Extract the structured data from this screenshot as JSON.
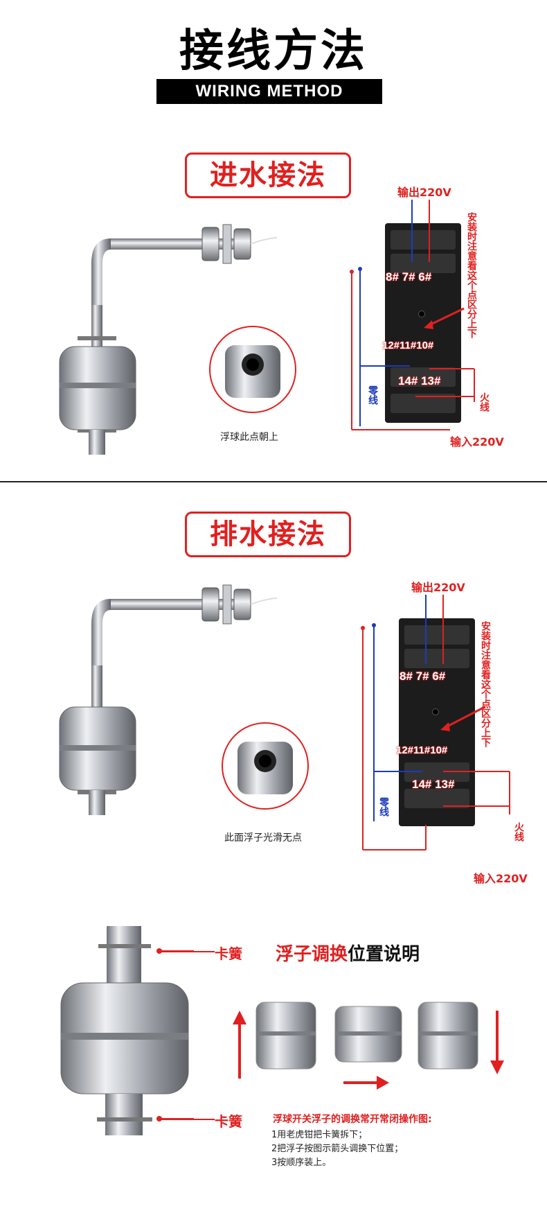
{
  "header": {
    "title": "接线方法",
    "subtitle": "WIRING METHOD"
  },
  "section_in": {
    "label": "进水接法",
    "output_label": "输出220V",
    "notice": "安装时注意看这个点区分上下",
    "pins_top": "8# 7# 6#",
    "pins_mid": "12#11#10#",
    "pins_bottom": "14# 13#",
    "neutral": "零线",
    "live": "火线",
    "input_label": "输入220V",
    "float_caption": "浮球此点朝上"
  },
  "section_out": {
    "label": "排水接法",
    "output_label": "输出220V",
    "notice": "安装时注意看这个点区分上下",
    "pins_top": "8# 7# 6#",
    "pins_mid": "12#11#10#",
    "pins_bottom": "14# 13#",
    "neutral": "零线",
    "live": "火线",
    "input_label": "输入220V",
    "float_caption": "此面浮子光滑无点"
  },
  "swap": {
    "clip_top": "卡簧",
    "clip_bottom": "卡簧",
    "title_red": "浮子调换",
    "title_black": "位置说明",
    "instructions_title": "浮球开关浮子的调换常开常闭操作图:",
    "steps": [
      "1用老虎钳把卡簧拆下；",
      "2把浮子按图示箭头调换下位置；",
      "3按顺序装上。"
    ]
  },
  "colors": {
    "accent_red": "#e02020",
    "wire_blue": "#1d3bb8",
    "relay_body": "#1c1c1c",
    "steel": "#b8bcc2"
  }
}
